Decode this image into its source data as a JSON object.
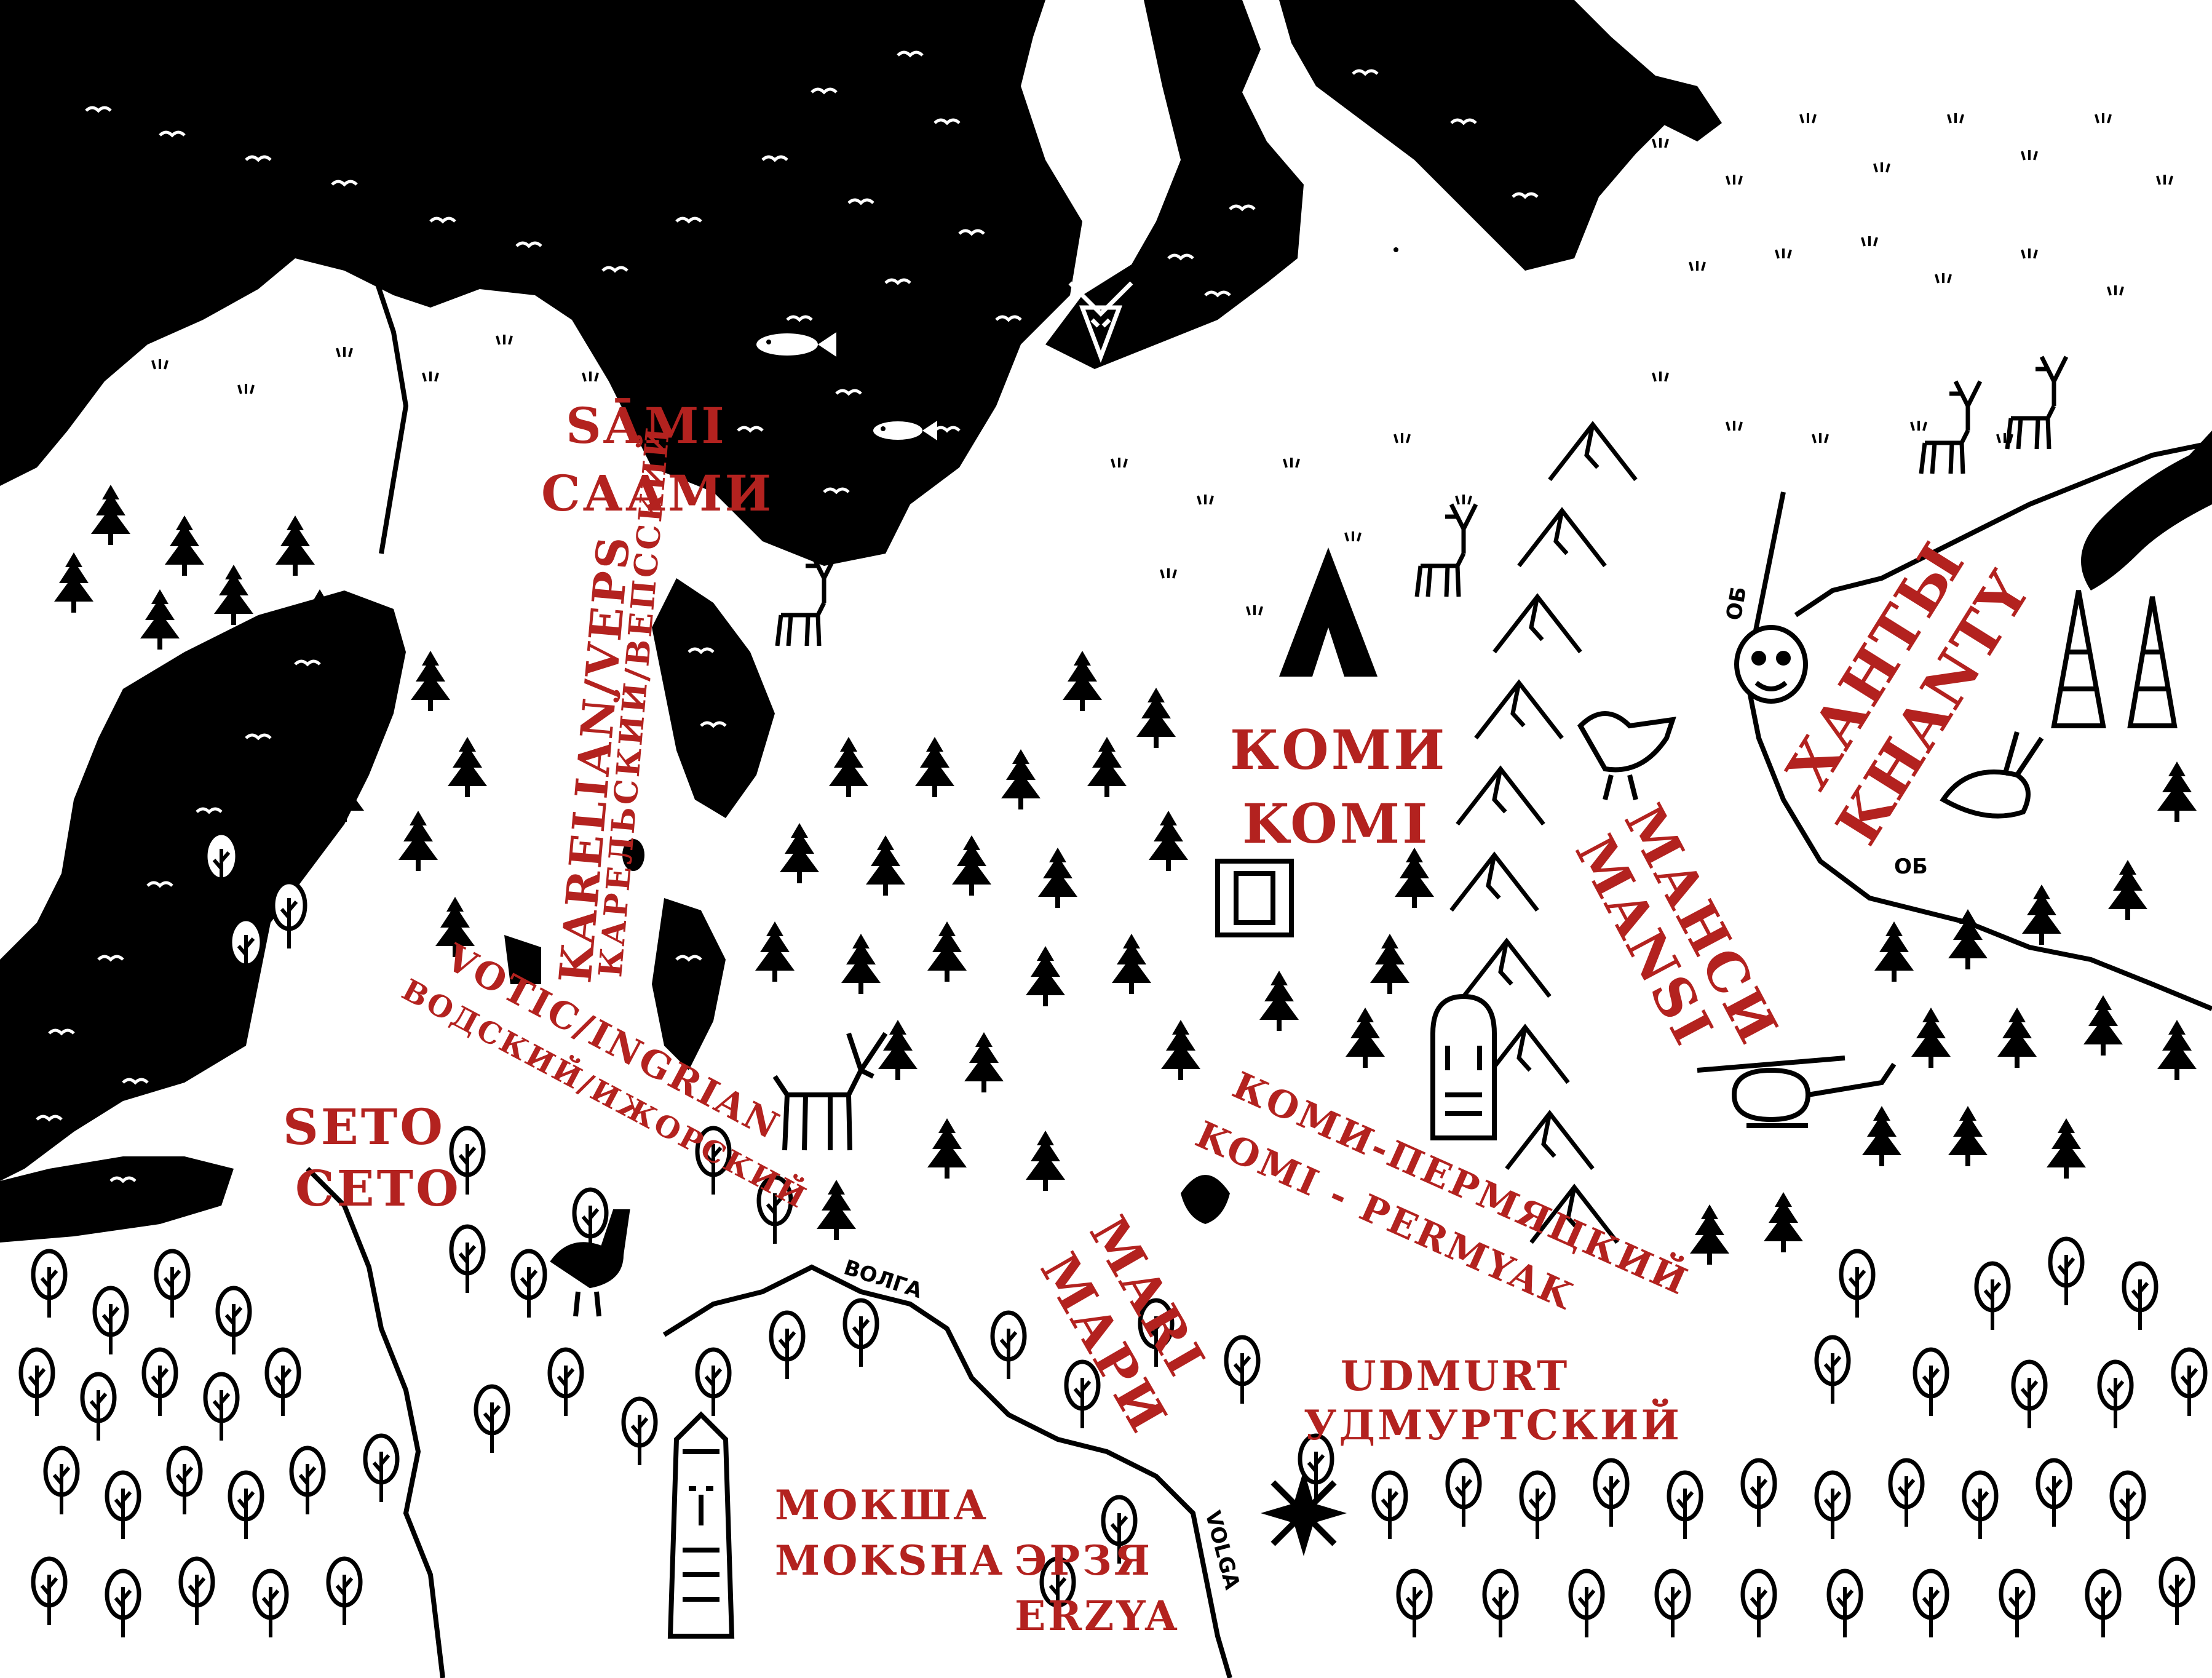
{
  "colors": {
    "ink": "#000000",
    "paper": "#ffffff",
    "label": "#b3221f"
  },
  "labels": {
    "sami": {
      "en": "SĀMI",
      "ru": "СААМИ"
    },
    "karelian": {
      "en": "KARELIAN/VEPS",
      "ru": "КАРЕЛЬСКИЙ/ВЕПССКИЙ"
    },
    "votic": {
      "en": "VOTIC/INGRIAN",
      "ru": "ВОДСКИЙ/ИЖОРСКИЙ"
    },
    "seto": {
      "en": "SETO",
      "ru": "СЕТО"
    },
    "komi": {
      "ru": "КОМИ",
      "en": "KOMI"
    },
    "mansi": {
      "ru": "МАНСИ",
      "en": "MANSI"
    },
    "khanty": {
      "ru": "ХАНТЫ",
      "en": "KHANTY"
    },
    "komi_permyak": {
      "ru": "КОМИ-ПЕРМЯЦКИЙ",
      "en": "KOMI - PERMYAK"
    },
    "mari": {
      "en": "MARI",
      "ru": "МАРИ"
    },
    "udmurt": {
      "en": "UDMURT",
      "ru": "УДМУРТСКИЙ"
    },
    "moksha": {
      "ru": "МОКША",
      "en": "MOKSHA"
    },
    "erzya": {
      "ru": "ЭРЗЯ",
      "en": "ERZYA"
    }
  },
  "rivers": {
    "volga_ru": "ВОЛГА",
    "volga_en": "VOLGA",
    "ob_ru_1": "ОБ",
    "ob_ru_2": "ОБ"
  },
  "icons": [
    "reindeer-icon",
    "fish-icon",
    "mask-icon",
    "tent-icon",
    "bird-icon",
    "moose-icon",
    "owl-icon",
    "oil-derrick-icon",
    "bear-face-icon",
    "idol-icon",
    "helicopter-icon",
    "duck-icon",
    "star-ornament-icon",
    "carved-idol-icon",
    "drum-icon",
    "animal-skull-icon"
  ]
}
